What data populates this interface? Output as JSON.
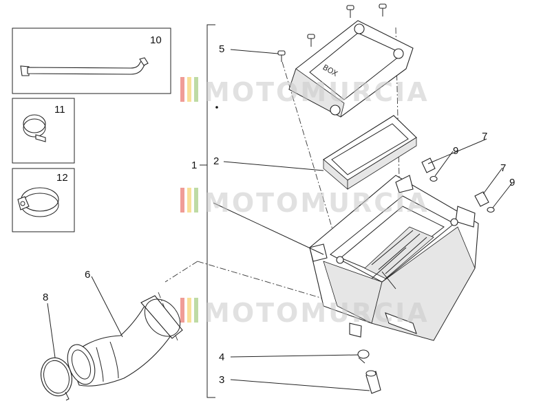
{
  "callouts": {
    "c1": "1",
    "c2": "2",
    "c3": "3",
    "c4": "4",
    "c5": "5",
    "c6": "6",
    "c7a": "7",
    "c7b": "7",
    "c8": "8",
    "c9a": "9",
    "c9b": "9",
    "c10": "10",
    "c11": "11",
    "c12": "12"
  },
  "watermark": {
    "text": "MOTOMURCIA",
    "stripe_colors": [
      "#e23a2e",
      "#f2c230",
      "#7db84a"
    ]
  },
  "lid_embossing": "BOX"
}
